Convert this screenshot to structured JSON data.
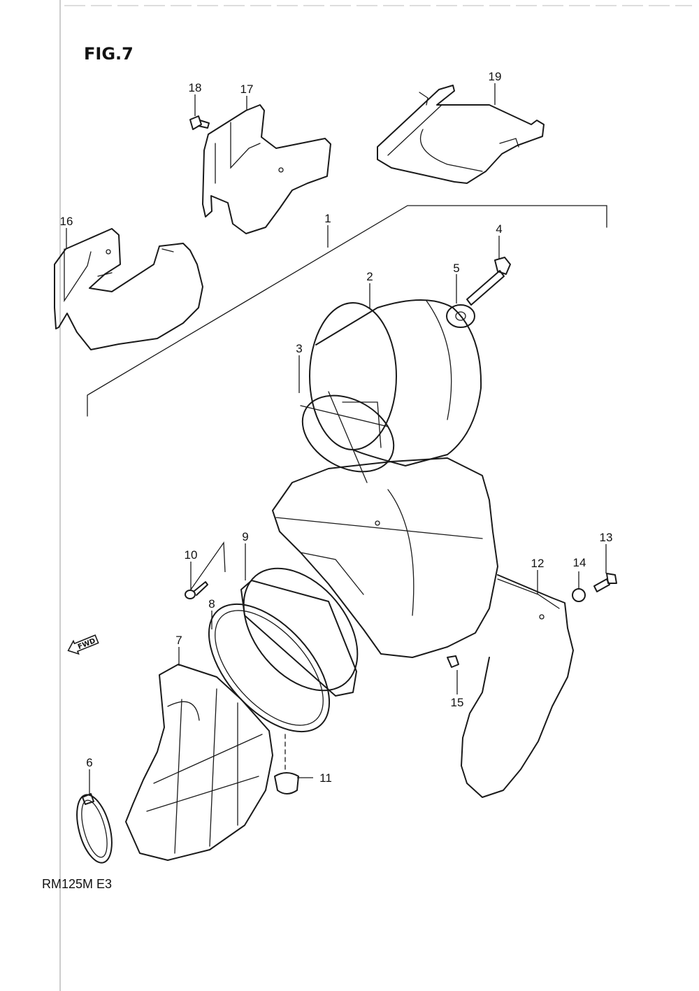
{
  "figure": {
    "title": "FIG.7",
    "model_code": "RM125M E3"
  },
  "fwd_arrow": {
    "label": "FWD",
    "icon": "forward-arrow-icon"
  },
  "callouts": [
    "1",
    "2",
    "3",
    "4",
    "5",
    "6",
    "7",
    "8",
    "9",
    "10",
    "11",
    "12",
    "13",
    "14",
    "15",
    "16",
    "17",
    "18",
    "19"
  ]
}
